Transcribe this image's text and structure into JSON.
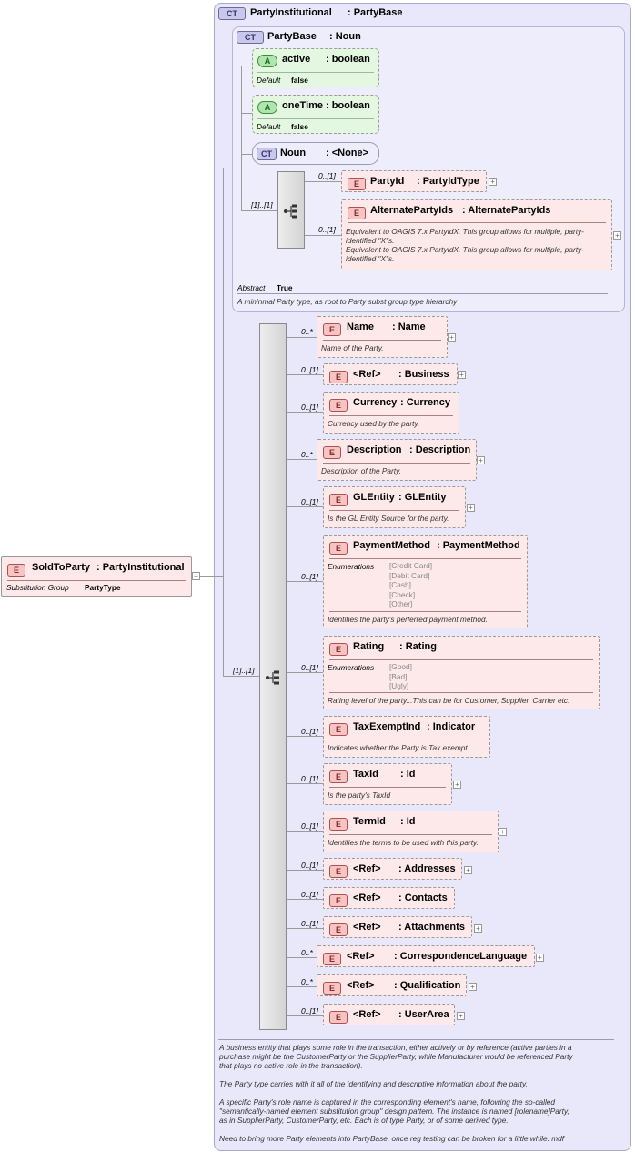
{
  "root": {
    "badge": "E",
    "name": "SoldToParty",
    "type": ": PartyInstitutional",
    "subst_label": "Substitution Group",
    "subst_value": "PartyType"
  },
  "party_institutional": {
    "badge": "CT",
    "name": "PartyInstitutional",
    "type": ": PartyBase",
    "doc": [
      "A business entity that plays some role in the transaction, either actively or  by reference (active parties  in a",
      "purchase might be the CustomerParty or the SupplierParty, while Manufacturer would be referenced Party",
      "that plays no active role in the transaction).",
      "",
      "The Party type carries with it all of the identifying and descriptive information about the party.",
      "",
      "A specific Party's role name is captured in the corresponding element's name, following the so-called",
      "\"semantically-named element substitution group\" design pattern. The instance is named [rolename]Party,",
      "as in SupplierParty, CustomerParty, etc. Each is of type Party, or of some derived type.",
      "",
      "Need to bring more Party elements into PartyBase, once reg testing can be broken for a little while. mdf"
    ]
  },
  "party_base": {
    "badge": "CT",
    "name": "PartyBase",
    "type": ": Noun",
    "abstract_label": "Abstract",
    "abstract_value": "True",
    "doc": "A mininmal Party type, as root to Party subst group type hierarchy"
  },
  "attributes": [
    {
      "badge": "A",
      "name": "active",
      "type": ": boolean",
      "default_label": "Default",
      "default_value": "false"
    },
    {
      "badge": "A",
      "name": "oneTime",
      "type": ": boolean",
      "default_label": "Default",
      "default_value": "false"
    }
  ],
  "noun": {
    "badge": "CT",
    "name": "Noun",
    "type": ": <None>"
  },
  "base_sequence_mult": "[1]..[1]",
  "base_elements": [
    {
      "mult": "0..[1]",
      "badge": "E",
      "name": "PartyId",
      "type": ": PartyIdType"
    },
    {
      "mult": "0..[1]",
      "badge": "E",
      "name": "AlternatePartyIds",
      "type": ": AlternatePartyIds",
      "doc": [
        "Equivalent to OAGIS 7.x PartyIdX. This group allows for multiple, party-",
        "identified \"X\"s.",
        "Equivalent to OAGIS 7.x PartyIdX. This group allows for multiple, party-",
        "identified \"X\"s."
      ]
    }
  ],
  "main_sequence_mult": "[1]..[1]",
  "elements": [
    {
      "mult": "0..*",
      "badge": "E",
      "name": "Name",
      "type": ": Name",
      "doc": "Name of the Party."
    },
    {
      "mult": "0..[1]",
      "badge": "E",
      "name": "<Ref>",
      "type": ": Business"
    },
    {
      "mult": "0..[1]",
      "badge": "E",
      "name": "Currency",
      "type": ": Currency",
      "doc": "Currency used by the party."
    },
    {
      "mult": "0..*",
      "badge": "E",
      "name": "Description",
      "type": ": Description",
      "doc": "Description of the Party."
    },
    {
      "mult": "0..[1]",
      "badge": "E",
      "name": "GLEntity",
      "type": ": GLEntity",
      "doc": "Is the GL Entity Source for the party."
    },
    {
      "mult": "0..[1]",
      "badge": "E",
      "name": "PaymentMethod",
      "type": ": PaymentMethod",
      "enum_label": "Enumerations",
      "enums": [
        "[Credit Card]",
        "[Debit Card]",
        "[Cash]",
        "[Check]",
        "[Other]"
      ],
      "doc": "Identifies the party's perferred payment method."
    },
    {
      "mult": "0..[1]",
      "badge": "E",
      "name": "Rating",
      "type": ": Rating",
      "enum_label": "Enumerations",
      "enums": [
        "[Good]",
        "[Bad]",
        "[Ugly]"
      ],
      "doc": "Rating level of the party...This can be for Customer, Supplier, Carrier etc."
    },
    {
      "mult": "0..[1]",
      "badge": "E",
      "name": "TaxExemptInd",
      "type": ": Indicator",
      "doc": "Indicates whether the Party is Tax exempt."
    },
    {
      "mult": "0..[1]",
      "badge": "E",
      "name": "TaxId",
      "type": ": Id",
      "doc": "Is the party's TaxId"
    },
    {
      "mult": "0..[1]",
      "badge": "E",
      "name": "TermId",
      "type": ": Id",
      "doc": "Identifies the terms to be used with this party."
    },
    {
      "mult": "0..[1]",
      "badge": "E",
      "name": "<Ref>",
      "type": ": Addresses"
    },
    {
      "mult": "0..[1]",
      "badge": "E",
      "name": "<Ref>",
      "type": ": Contacts"
    },
    {
      "mult": "0..[1]",
      "badge": "E",
      "name": "<Ref>",
      "type": ": Attachments"
    },
    {
      "mult": "0..*",
      "badge": "E",
      "name": "<Ref>",
      "type": ": CorrespondenceLanguage"
    },
    {
      "mult": "0..*",
      "badge": "E",
      "name": "<Ref>",
      "type": ": Qualification"
    },
    {
      "mult": "0..[1]",
      "badge": "E",
      "name": "<Ref>",
      "type": ": UserArea"
    }
  ]
}
